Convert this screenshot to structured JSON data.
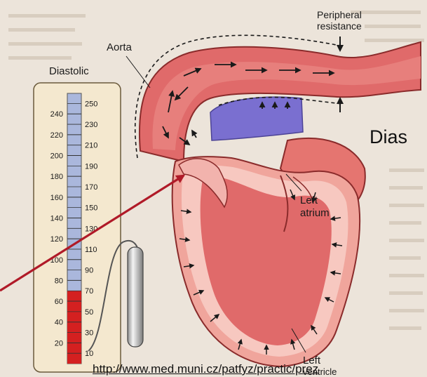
{
  "labels": {
    "aorta": "Aorta",
    "peripheral_line1": "Peripheral",
    "peripheral_line2": "resistance",
    "left_atrium_line1": "Left",
    "left_atrium_line2": "atrium",
    "left_ventricle_line1": "Left",
    "left_ventricle_line2": "ventricle"
  },
  "manometer": {
    "title": "Diastolic",
    "left_scale": [
      "240",
      "220",
      "200",
      "180",
      "160",
      "140",
      "120",
      "100",
      "80",
      "60",
      "40",
      "20"
    ],
    "right_scale": [
      "250",
      "230",
      "210",
      "190",
      "170",
      "150",
      "130",
      "110",
      "90",
      "70",
      "50",
      "30",
      "10"
    ],
    "mercury_level_mmHg": 70
  },
  "side_title": "Dias",
  "source_url": "http://www.med.muni.cz/patfyz/practic/prez",
  "colors": {
    "tissue": "#e06a6a",
    "tissue_light": "#f2b3ad",
    "vessel_blue": "#7a6fd0",
    "mercury": "#d42020",
    "pointer_arrow": "#b01a28"
  }
}
